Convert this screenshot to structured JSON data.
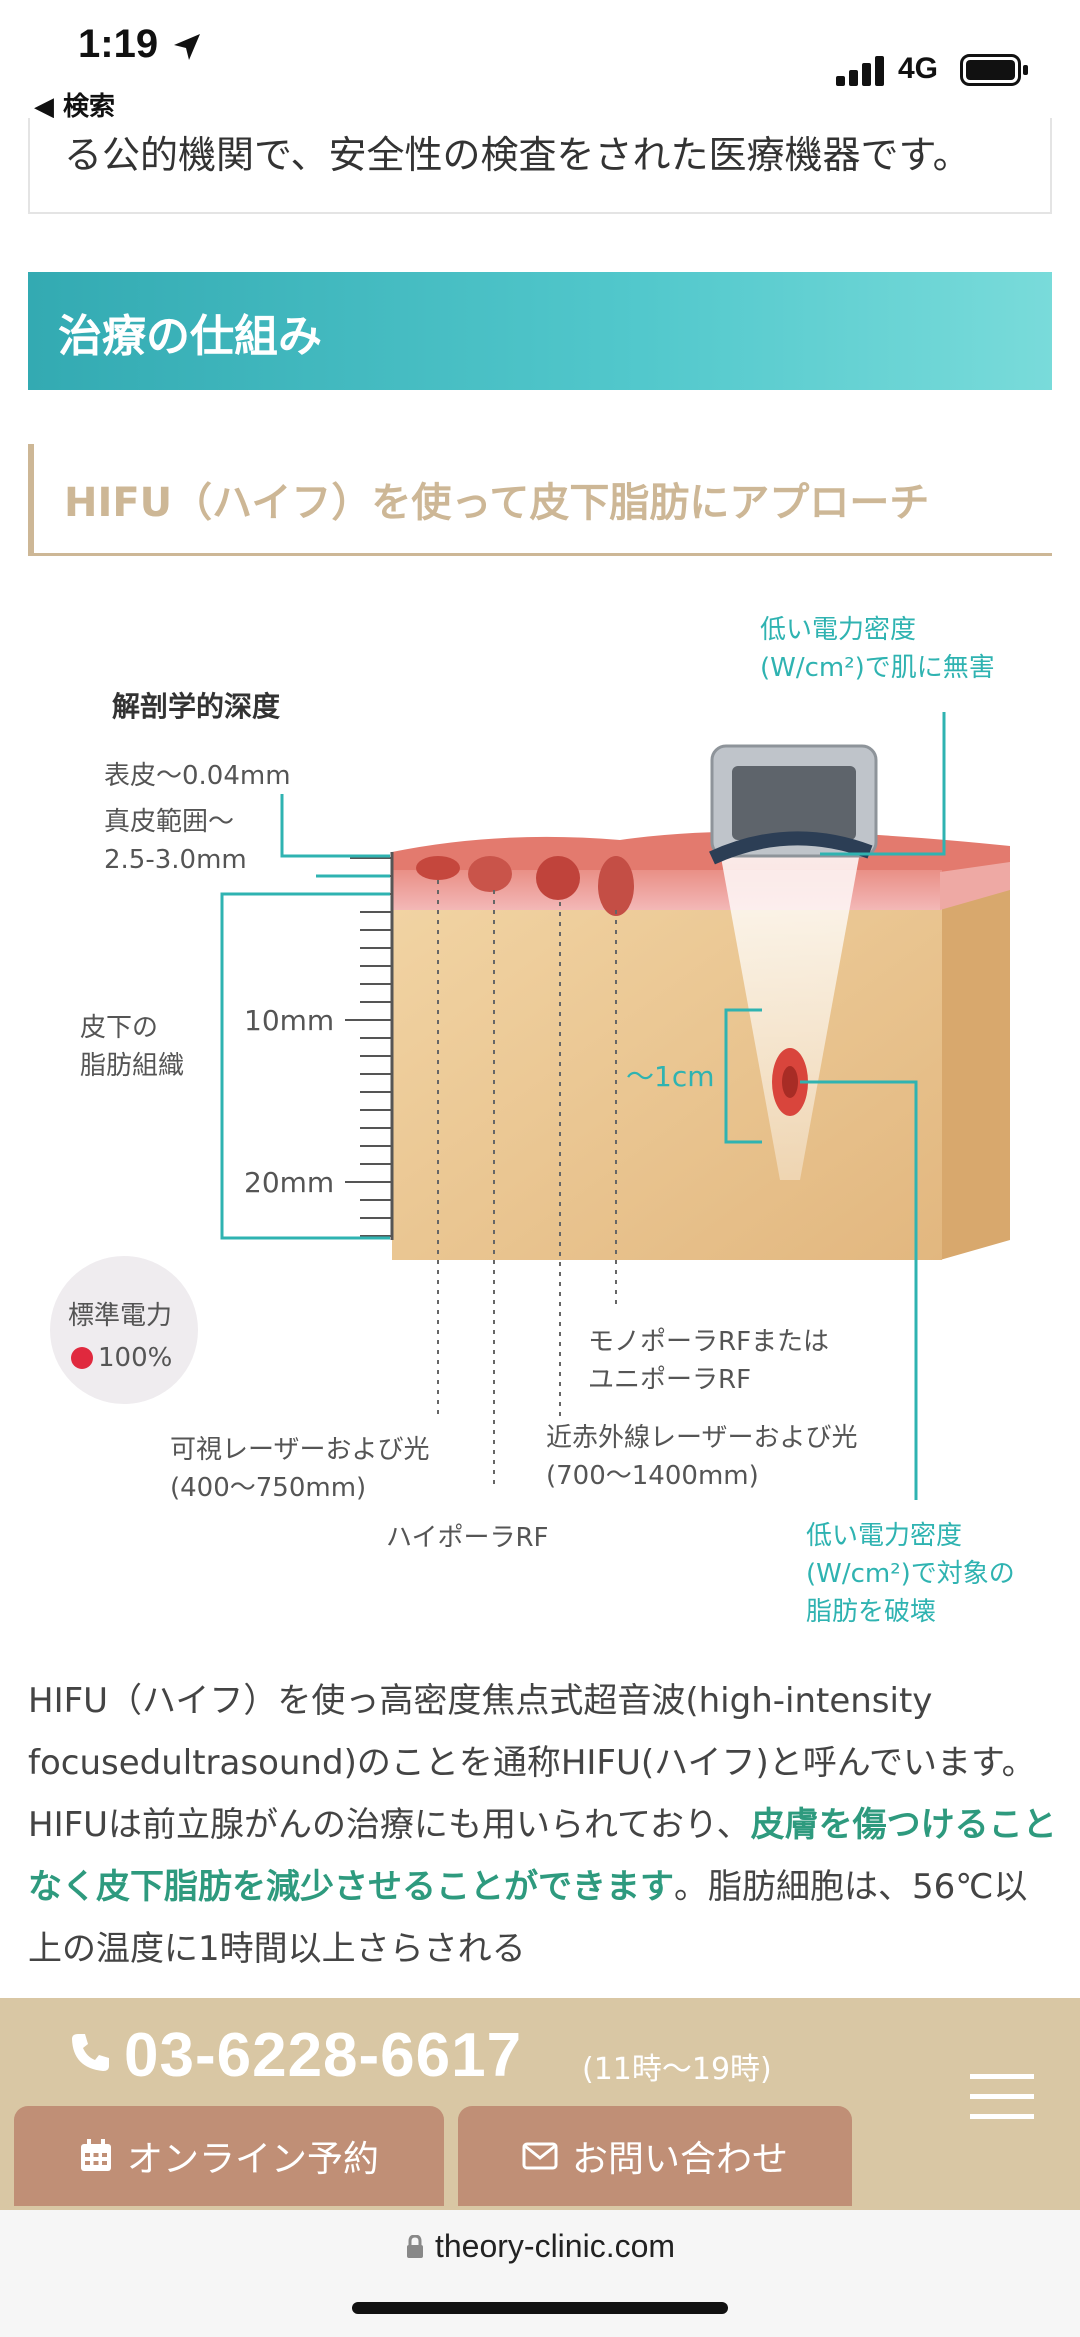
{
  "status": {
    "time": "1:19",
    "back_label": "◀ 検索",
    "network": "4G"
  },
  "top_text": "る公的機関で、安全性の検査をされた医療機器です。",
  "section_title": "治療の仕組み",
  "sub_title": "HIFU（ハイフ）を使って皮下脂肪にアプローチ",
  "diagram": {
    "label_low_power_1a": "低い電力密度",
    "label_low_power_1b": "(W/cm²)で肌に無害",
    "depth_title": "解剖学的深度",
    "epidermis": "表皮〜0.04mm",
    "dermis_a": "真皮範囲〜",
    "dermis_b": "2.5-3.0mm",
    "fat_a": "皮下の",
    "fat_b": "脂肪組織",
    "tick_10": "10mm",
    "tick_20": "20mm",
    "focus_size": "〜1cm",
    "power_label": "標準電力",
    "power_value": "100%",
    "mono_a": "モノポーラRFまたは",
    "mono_b": "ユニポーラRF",
    "visible_a": "可視レーザーおよび光",
    "visible_b": "(400〜750mm)",
    "nir_a": "近赤外線レーザーおよび光",
    "nir_b": "(700〜1400mm)",
    "hipolar": "ハイポーラRF",
    "label_low_power_2a": "低い電力密度",
    "label_low_power_2b": "(W/cm²)で対象の",
    "label_low_power_2c": "脂肪を破壊"
  },
  "paragraph": {
    "p1": "HIFU（ハイフ）を使っ高密度焦点式超音波(high-intensity focusedultrasound)のことを通称HIFU(ハイフ)と呼んでいます。HIFUは前立腺がんの治療にも用いられており、",
    "highlight": "皮膚を傷つけることなく皮下脂肪を減少させることができます",
    "p2": "。脂肪細胞は、56℃以上の温度に1時間以上さらされる"
  },
  "bottom": {
    "phone": "03-6228-6617",
    "hours": "(11時〜19時)",
    "reserve_label": "オンライン予約",
    "contact_label": "お問い合わせ"
  },
  "url": "theory-clinic.com",
  "colors": {
    "teal": "#33aab2",
    "gold": "#cdb796",
    "accent_text": "#2e9a7e",
    "button": "#c08f76",
    "bar": "#d9c7a4"
  }
}
